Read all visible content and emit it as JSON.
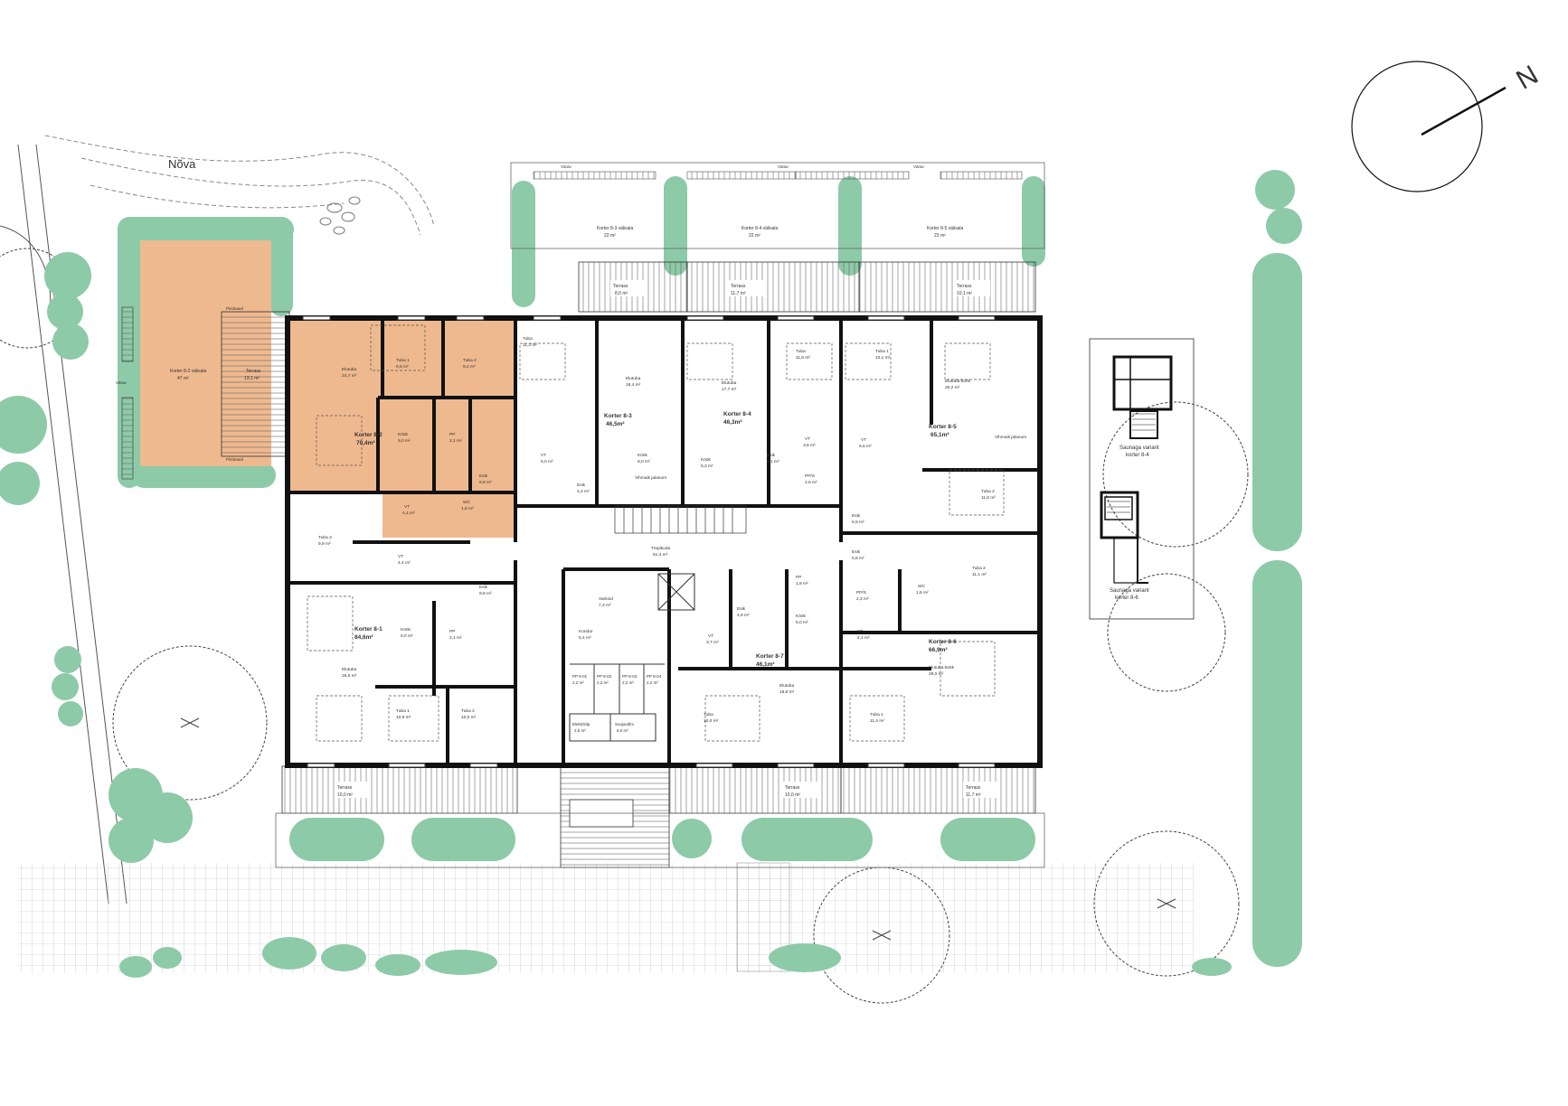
{
  "site": {
    "park_label": "Nõva",
    "fence_label": "Värav",
    "fence_side_label": "Piirdeaed"
  },
  "colors": {
    "highlight": "#efb98f",
    "tree": "#8dcaa8",
    "wall": "#111111",
    "line": "#333333"
  },
  "gardens": {
    "g3": {
      "name": "Korter 8-3 välisala",
      "area": "22 m²"
    },
    "g4": {
      "name": "Korter 8-4 välisala",
      "area": "22 m²"
    },
    "g5": {
      "name": "Korter 8-5 välisala",
      "area": "23 m²"
    },
    "g2": {
      "name": "Korter 8-2 välisala",
      "area": "47 m²"
    }
  },
  "terraces": {
    "t2": {
      "name": "Terrass",
      "area": "13,1 m²"
    },
    "t3": {
      "name": "Terrass",
      "area": "8,0 m²"
    },
    "t4": {
      "name": "Terrass",
      "area": "11,7 m²"
    },
    "t5": {
      "name": "Terrass",
      "area": "10,1 m²"
    },
    "t1": {
      "name": "Terrass",
      "area": "10,0 m²"
    },
    "t7": {
      "name": "Terrass",
      "area": "10,0 m²"
    },
    "t6": {
      "name": "Terrass",
      "area": "11,7 m²"
    }
  },
  "apartments": {
    "a2": {
      "name": "Korter 8-2",
      "area": "70,4m²"
    },
    "a3": {
      "name": "Korter 8-3",
      "area": "46,5m²"
    },
    "a4": {
      "name": "Korter 8-4",
      "area": "46,3m²"
    },
    "a5": {
      "name": "Korter 8-5",
      "area": "65,1m²"
    },
    "a1": {
      "name": "Korter 8-1",
      "area": "84,6m²"
    },
    "a7": {
      "name": "Korter 8-7",
      "area": "46,1m²"
    },
    "a6": {
      "name": "Korter 8-6",
      "area": "66,9m²"
    }
  },
  "rooms": {
    "r2_living": {
      "name": "Elutuba",
      "area": "24,7 m²"
    },
    "r2_bed1": {
      "name": "Tuba 1",
      "area": "9,6 m²"
    },
    "r2_bed2": {
      "name": "Tuba 2",
      "area": "9,2 m²"
    },
    "r2_kitchen": {
      "name": "Köök",
      "area": "9,0 m²"
    },
    "r2_pp": {
      "name": "PP",
      "area": "2,1 m²"
    },
    "r2_hall": {
      "name": "Esik",
      "area": "9,8 m²"
    },
    "r2_vt": {
      "name": "VT",
      "area": "4,4 m²"
    },
    "r2_wc": {
      "name": "WC",
      "area": "1,6 m²"
    },
    "r3_bed": {
      "name": "Tuba",
      "area": "11,3 m²"
    },
    "r3_living": {
      "name": "Elutuba",
      "area": "18,4 m²"
    },
    "r3_kitchen": {
      "name": "Köök",
      "area": "6,0 m²"
    },
    "r3_vt": {
      "name": "VT",
      "area": "6,0 m²"
    },
    "r3_hall": {
      "name": "Esik",
      "area": "4,2 m²"
    },
    "r3_closet": {
      "name": "Vihmaik jalanum",
      "area": ""
    },
    "r4_bed": {
      "name": "Tuba",
      "area": "11,8 m²"
    },
    "r4_living": {
      "name": "Elutuba",
      "area": "17,7 m²"
    },
    "r4_kitchen": {
      "name": "Köök",
      "area": "5,3 m²"
    },
    "r4_hall": {
      "name": "Esik",
      "area": "5,1 m²"
    },
    "r4_vt": {
      "name": "VT",
      "area": "3,8 m²"
    },
    "r4_pp": {
      "name": "PP/S",
      "area": "2,6 m²"
    },
    "r5_bed1": {
      "name": "Tuba 1",
      "area": "10,1 m²"
    },
    "r5_living": {
      "name": "Elutuba-köök",
      "area": "26,2 m²"
    },
    "r5_vt": {
      "name": "VT",
      "area": "6,5 m²"
    },
    "r5_bed2": {
      "name": "Tuba 2",
      "area": "11,8 m²"
    },
    "r5_hall": {
      "name": "Esik",
      "area": "6,5 m²"
    },
    "r5_closet": {
      "name": "Vihmaik jalanum",
      "area": ""
    },
    "stair": {
      "name": "Trepikoda",
      "area": "51,4 m²"
    },
    "r1_bed3": {
      "name": "Tuba 3",
      "area": "9,9 m²"
    },
    "r1_vt": {
      "name": "VT",
      "area": "4,4 m²"
    },
    "r1_hall": {
      "name": "Esik",
      "area": "9,8 m²"
    },
    "r1_kitchen": {
      "name": "Köök",
      "area": "8,0 m²"
    },
    "r1_pp": {
      "name": "PP",
      "area": "2,1 m²"
    },
    "r1_living": {
      "name": "Elutuba",
      "area": "25,5 m²"
    },
    "r1_bed1": {
      "name": "Tuba 1",
      "area": "10,9 m²"
    },
    "r1_bed2": {
      "name": "Tuba 2",
      "area": "10,0 m²"
    },
    "storage": {
      "name": "Varkoid",
      "area": "7,3 m²"
    },
    "corridor": {
      "name": "Koridor",
      "area": "5,4 m²"
    },
    "pp1": {
      "name": "PP 8-01",
      "area": "2,2 m²"
    },
    "pp2": {
      "name": "PP 8-02",
      "area": "2,2 m²"
    },
    "pp3": {
      "name": "PP 8-03",
      "area": "2,2 m²"
    },
    "pp4": {
      "name": "PP 8-04",
      "area": "2,2 m²"
    },
    "elec": {
      "name": "Elektrikilp",
      "area": "2,6 m²"
    },
    "heat": {
      "name": "Soojasõlm",
      "area": "6,0 m²"
    },
    "r7_hall": {
      "name": "Esik",
      "area": "4,9 m²"
    },
    "r7_vt": {
      "name": "VT",
      "area": "3,7 m²"
    },
    "r7_pp": {
      "name": "PP",
      "area": "1,9 m²"
    },
    "r7_kitchen": {
      "name": "Köök",
      "area": "5,0 m²"
    },
    "r7_living": {
      "name": "Elutuba",
      "area": "18,8 m²"
    },
    "r7_bed": {
      "name": "Tuba",
      "area": "10,0 m²"
    },
    "r6_hall": {
      "name": "Esik",
      "area": "6,8 m²"
    },
    "r6_pp": {
      "name": "PP/S",
      "area": "2,3 m²"
    },
    "r6_wc": {
      "name": "WC",
      "area": "1,6 m²"
    },
    "r6_bed2": {
      "name": "Tuba 2",
      "area": "11,1 m²"
    },
    "r6_vt": {
      "name": "VT",
      "area": "4,1 m²"
    },
    "r6_living": {
      "name": "Elutuba-köök",
      "area": "29,0 m²"
    },
    "r6_bed1": {
      "name": "Tuba 1",
      "area": "11,4 m²"
    }
  },
  "variants": {
    "v4": {
      "line1": "Saunaga variant",
      "line2": "korter 8-4"
    },
    "v6": {
      "line1": "Saunaga variant",
      "line2": "korter 8-6"
    }
  },
  "north": {
    "label": "N"
  }
}
